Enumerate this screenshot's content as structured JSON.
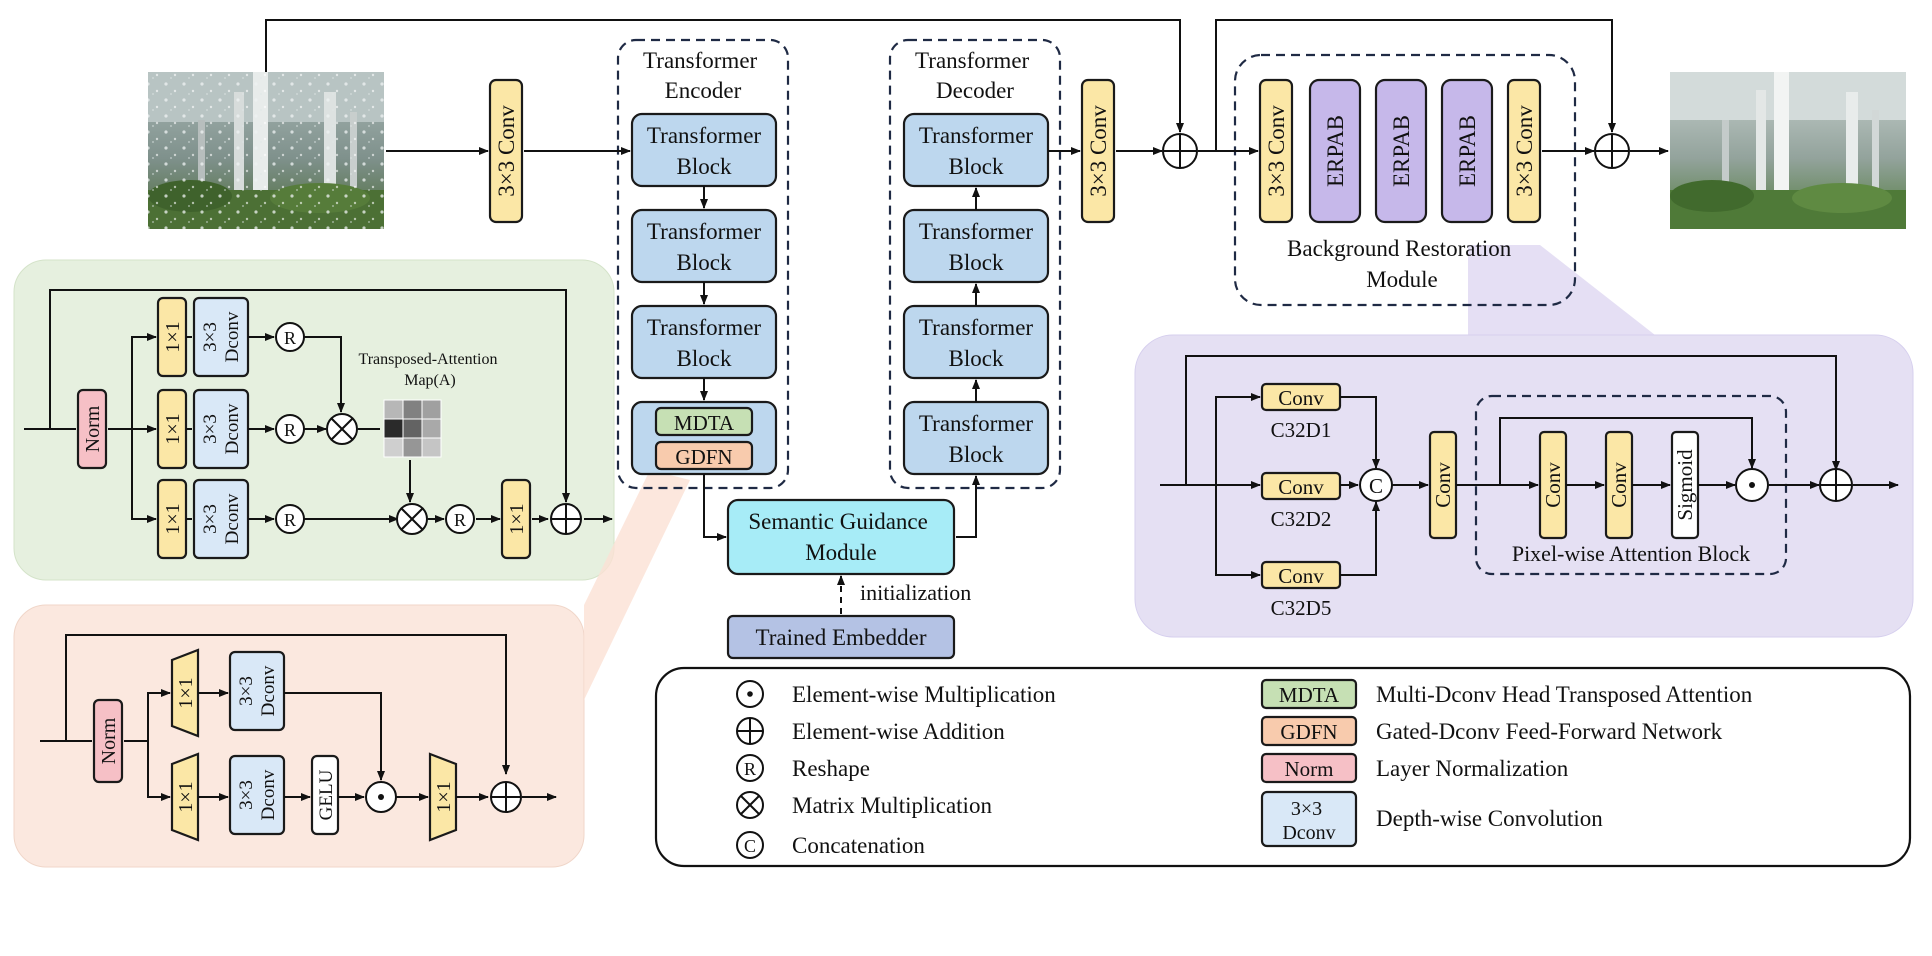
{
  "main": {
    "conv_in": "3×3 Conv",
    "encoder_title": [
      "Transformer",
      "Encoder"
    ],
    "decoder_title": [
      "Transformer",
      "Decoder"
    ],
    "transformer_block": [
      "Transformer",
      "Block"
    ],
    "mdta": "MDTA",
    "gdfn": "GDFN",
    "conv_out": "3×3 Conv",
    "sgm": [
      "Semantic Guidance",
      "Module"
    ],
    "initialization": "initialization",
    "embedder": "Trained Embedder"
  },
  "brm": {
    "conv": "3×3 Conv",
    "erpab": "ERPAB",
    "title": [
      "Background Restoration",
      "Module"
    ]
  },
  "mdta_panel": {
    "norm": "Norm",
    "conv1x1": "1×1",
    "dconv": [
      "3×3",
      "Dconv"
    ],
    "reshape": "R",
    "attn_label": [
      "Transposed-Attention",
      "Map(A)"
    ],
    "attention_map": [
      [
        0.78,
        0.55,
        0.68
      ],
      [
        0.18,
        0.42,
        0.72
      ],
      [
        0.88,
        0.64,
        0.84
      ]
    ]
  },
  "gdfn_panel": {
    "norm": "Norm",
    "conv1x1": "1×1",
    "dconv": [
      "3×3",
      "Dconv"
    ],
    "gelu": "GELU"
  },
  "erpab_panel": {
    "conv": "Conv",
    "c1": "C32D1",
    "c2": "C32D2",
    "c5": "C32D5",
    "concat": "C",
    "sigmoid": "Sigmoid",
    "pab_title": "Pixel-wise Attention Block"
  },
  "legend": {
    "symbols": [
      {
        "sym": "⊙",
        "text": "Element-wise Multiplication"
      },
      {
        "sym": "⊕",
        "text": "Element-wise Addition"
      },
      {
        "sym": "R",
        "text": "Reshape"
      },
      {
        "sym": "⊗",
        "text": "Matrix Multiplication"
      },
      {
        "sym": "C",
        "text": "Concatenation"
      }
    ],
    "boxes": [
      {
        "label": "MDTA",
        "text": "Multi-Dconv Head Transposed Attention"
      },
      {
        "label": "GDFN",
        "text": "Gated-Dconv Feed-Forward Network"
      },
      {
        "label": "Norm",
        "text": "Layer Normalization"
      },
      {
        "label": "3×3 Dconv",
        "text": "Depth-wise Convolution"
      }
    ]
  },
  "colors": {
    "conv": "#fbe7a6",
    "transformer": "#bdd7ee",
    "mdta": "#c6e0b4",
    "gdfn": "#f8cbad",
    "norm": "#f6c0c6",
    "dconv": "#d9e8f7",
    "erpab": "#c6b8ea",
    "sgm": "#a7ecf7",
    "embedder": "#b4c2e4",
    "green_panel": "#e6f0df",
    "peach_panel": "#fbe8df",
    "lavender_panel": "#e5e0f3",
    "brm_panel": "#fdf3da"
  },
  "icons": [
    "rain-image-icon",
    "clean-image-icon"
  ]
}
